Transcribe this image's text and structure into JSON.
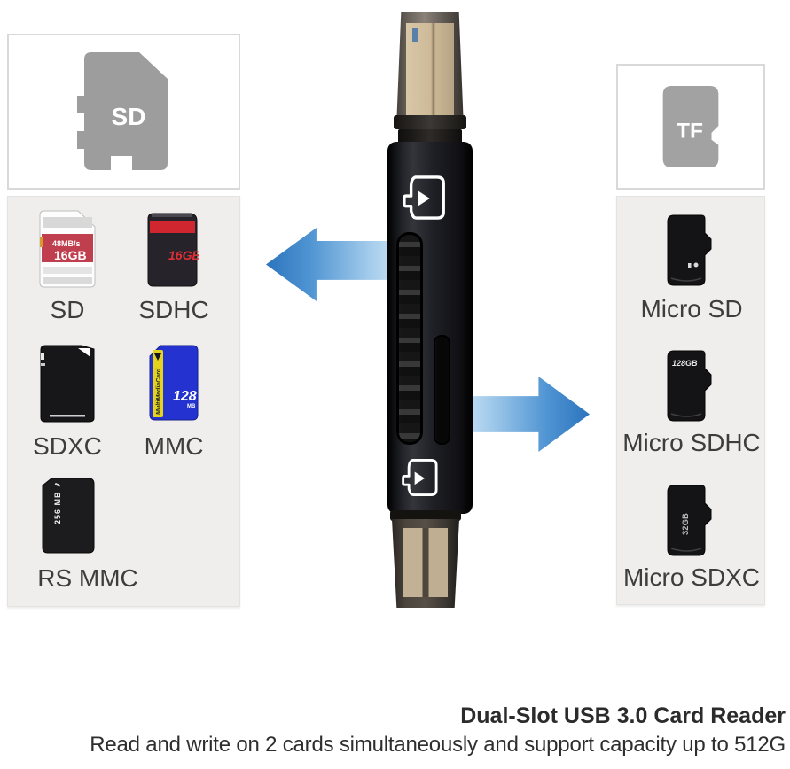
{
  "left_section": {
    "slot_icon": {
      "label": "SD"
    },
    "cards": [
      {
        "label": "SD",
        "texts": [
          "48MB/s",
          "16GB"
        ]
      },
      {
        "label": "SDHC",
        "texts": [
          "16GB"
        ]
      },
      {
        "label": "SDXC",
        "texts": []
      },
      {
        "label": "MMC",
        "texts": [
          "MultiMediaCard",
          "128",
          "MB"
        ]
      },
      {
        "label": "RS MMC",
        "texts": [
          "256 MB"
        ]
      }
    ]
  },
  "right_section": {
    "slot_icon": {
      "label": "TF"
    },
    "cards": [
      {
        "label": "Micro SD",
        "texts": []
      },
      {
        "label": "Micro SDHC",
        "texts": [
          "128GB"
        ]
      },
      {
        "label": "Micro SDXC",
        "texts": [
          "32GB"
        ]
      }
    ]
  },
  "caption": {
    "title": "Dual-Slot USB 3.0 Card Reader",
    "subtitle": "Read and write on 2 cards simultaneously and support capacity up to 512G"
  },
  "colors": {
    "arrow_blue_dark": "#2c74bd",
    "arrow_blue_light": "#d8edfb",
    "panel_gray": "#efeeec",
    "icon_gray": "#9d9d9d",
    "sd_band_red": "#c03f4e",
    "sdhc_red": "#cf2630",
    "mmc_blue": "#2433cf",
    "mmc_yellow": "#e3d31d"
  }
}
